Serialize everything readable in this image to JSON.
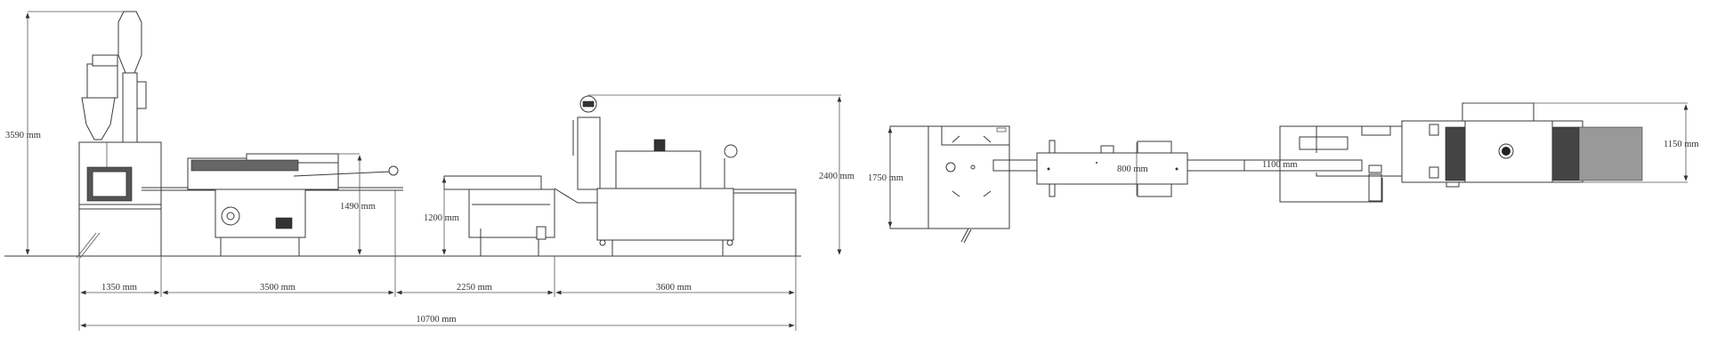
{
  "side_view": {
    "total_height": "3590 mm",
    "conveyor_height": "1490 mm",
    "table_height": "1200 mm",
    "shrink_height": "2400 mm",
    "segments": [
      "1350 mm",
      "3500 mm",
      "2250 mm",
      "3600 mm"
    ],
    "total_length": "10700 mm"
  },
  "top_view": {
    "feeder_depth": "1750 mm",
    "unit_width": "800 mm",
    "shaft_length": "1100 mm",
    "tunnel_width": "1150 mm"
  }
}
